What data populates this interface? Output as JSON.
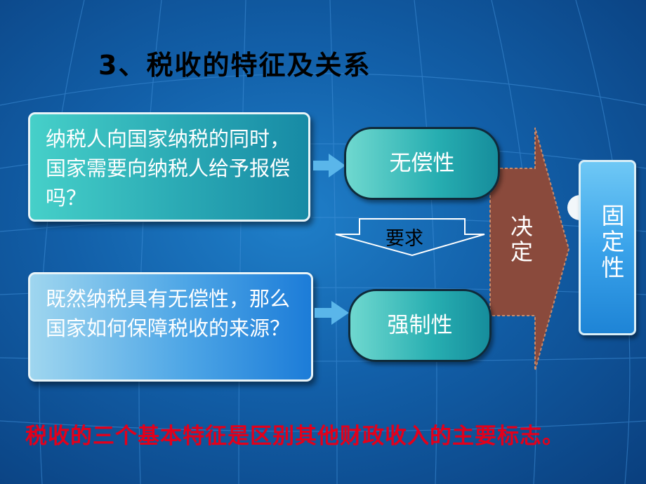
{
  "title": "3、税收的特征及关系",
  "question_top": "纳税人向国家纳税的同时，国家需要向纳税人给予报偿吗？",
  "question_bottom": "既然纳税具有无偿性，那么国家如何保障税收的来源？",
  "characteristic_top": "无偿性",
  "characteristic_bottom": "强制性",
  "relation_label": "要求",
  "decision_label": "决定",
  "fixed_label": "固定性",
  "footer_note": "税收的三个基本特征是区别其他财政收入的主要标志。",
  "colors": {
    "background": "#125fa8",
    "footer_text": "#e3001b",
    "decision_arrow": "#8a4a3c",
    "teal": "#27aeb1",
    "sky_blue": "#3aa3ea"
  }
}
